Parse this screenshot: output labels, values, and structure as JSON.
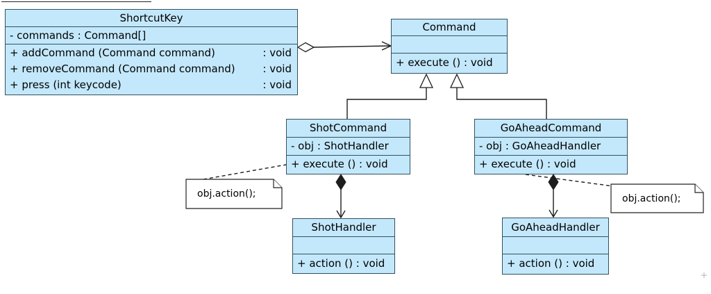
{
  "diagram": {
    "kind": "uml-class-diagram",
    "pattern": "Command pattern"
  },
  "classes": {
    "shortcut_key": {
      "name": "ShortcutKey",
      "attributes": [
        "- commands : Command[]"
      ],
      "methods": [
        {
          "signature": "+ addCommand (Command command)",
          "return_type": ": void"
        },
        {
          "signature": "+ removeCommand (Command command)",
          "return_type": ": void"
        },
        {
          "signature": "+ press (int keycode)",
          "return_type": ": void"
        }
      ]
    },
    "command": {
      "name": "Command",
      "attributes": [],
      "methods": [
        {
          "signature": "+ execute () : void"
        }
      ]
    },
    "shot_command": {
      "name": "ShotCommand",
      "attributes": [
        "- obj : ShotHandler"
      ],
      "methods": [
        {
          "signature": "+ execute () : void"
        }
      ]
    },
    "goahead_command": {
      "name": "GoAheadCommand",
      "attributes": [
        "- obj : GoAheadHandler"
      ],
      "methods": [
        {
          "signature": "+ execute () : void"
        }
      ]
    },
    "shot_handler": {
      "name": "ShotHandler",
      "attributes": [],
      "methods": [
        {
          "signature": "+ action () : void"
        }
      ]
    },
    "goahead_handler": {
      "name": "GoAheadHandler",
      "attributes": [],
      "methods": [
        {
          "signature": "+ action () : void"
        }
      ]
    }
  },
  "notes": {
    "shot_note": {
      "text": "obj.action();"
    },
    "goahead_note": {
      "text": "obj.action();"
    }
  },
  "relationships": [
    {
      "type": "aggregation",
      "from": "ShortcutKey",
      "to": "Command"
    },
    {
      "type": "generalization",
      "from": "ShotCommand",
      "to": "Command"
    },
    {
      "type": "generalization",
      "from": "GoAheadCommand",
      "to": "Command"
    },
    {
      "type": "composition",
      "from": "ShotCommand",
      "to": "ShotHandler"
    },
    {
      "type": "composition",
      "from": "GoAheadCommand",
      "to": "GoAheadHandler"
    },
    {
      "type": "note-anchor",
      "from": "shot_note",
      "to": "ShotCommand"
    },
    {
      "type": "note-anchor",
      "from": "goahead_note",
      "to": "GoAheadCommand"
    }
  ],
  "colors": {
    "class_fill": "#c3e8fb",
    "class_border": "#31505e",
    "line": "#1d1d1d",
    "note_fill": "#ffffff"
  }
}
